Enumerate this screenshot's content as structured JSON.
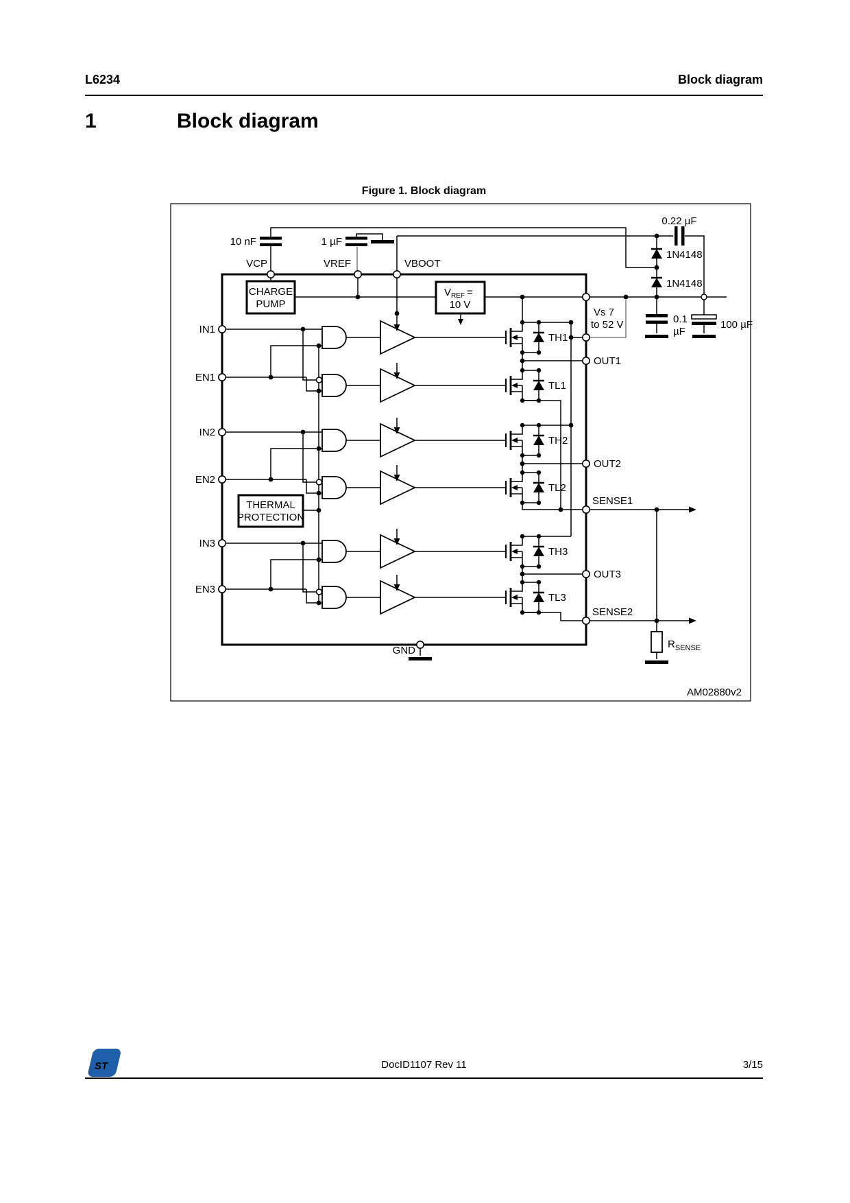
{
  "header": {
    "left": "L6234",
    "right": "Block diagram"
  },
  "section": {
    "number": "1",
    "title": "Block diagram"
  },
  "figure": {
    "caption": "Figure 1. Block diagram",
    "code": "AM02880v2"
  },
  "diagram": {
    "caps": {
      "c10nf": "10 nF",
      "c1uf": "1 µF",
      "c022": "0.22 µF",
      "c01a": "0.1",
      "c01b": "µF",
      "c100": "100 µF"
    },
    "diodes": {
      "d1": "1N4148",
      "d2": "1N4148"
    },
    "pins_top": {
      "vcp": "VCP",
      "vref": "VREF",
      "vboot": "VBOOT"
    },
    "supply": {
      "l1": "Vs 7",
      "l2": "to 52 V"
    },
    "blocks": {
      "cp1": "CHARGE",
      "cp2": "PUMP",
      "vr_v": "V",
      "vr_sub": "REF",
      "vr_eq": "=",
      "vr2": "10 V",
      "tp1": "THERMAL",
      "tp2": "PROTECTION"
    },
    "inputs": [
      "IN1",
      "EN1",
      "IN2",
      "EN2",
      "IN3",
      "EN3"
    ],
    "mosfets": [
      "TH1",
      "TL1",
      "TH2",
      "TL2",
      "TH3",
      "TL3"
    ],
    "pins_right": {
      "out1": "OUT1",
      "out2": "OUT2",
      "out3": "OUT3",
      "sense1": "SENSE1",
      "sense2": "SENSE2"
    },
    "gnd": "GND",
    "rsense": {
      "r": "R",
      "sub": "SENSE"
    }
  },
  "footer": {
    "logo": "ST",
    "doc_id": "DocID1107 Rev 11",
    "page": "3/15"
  }
}
